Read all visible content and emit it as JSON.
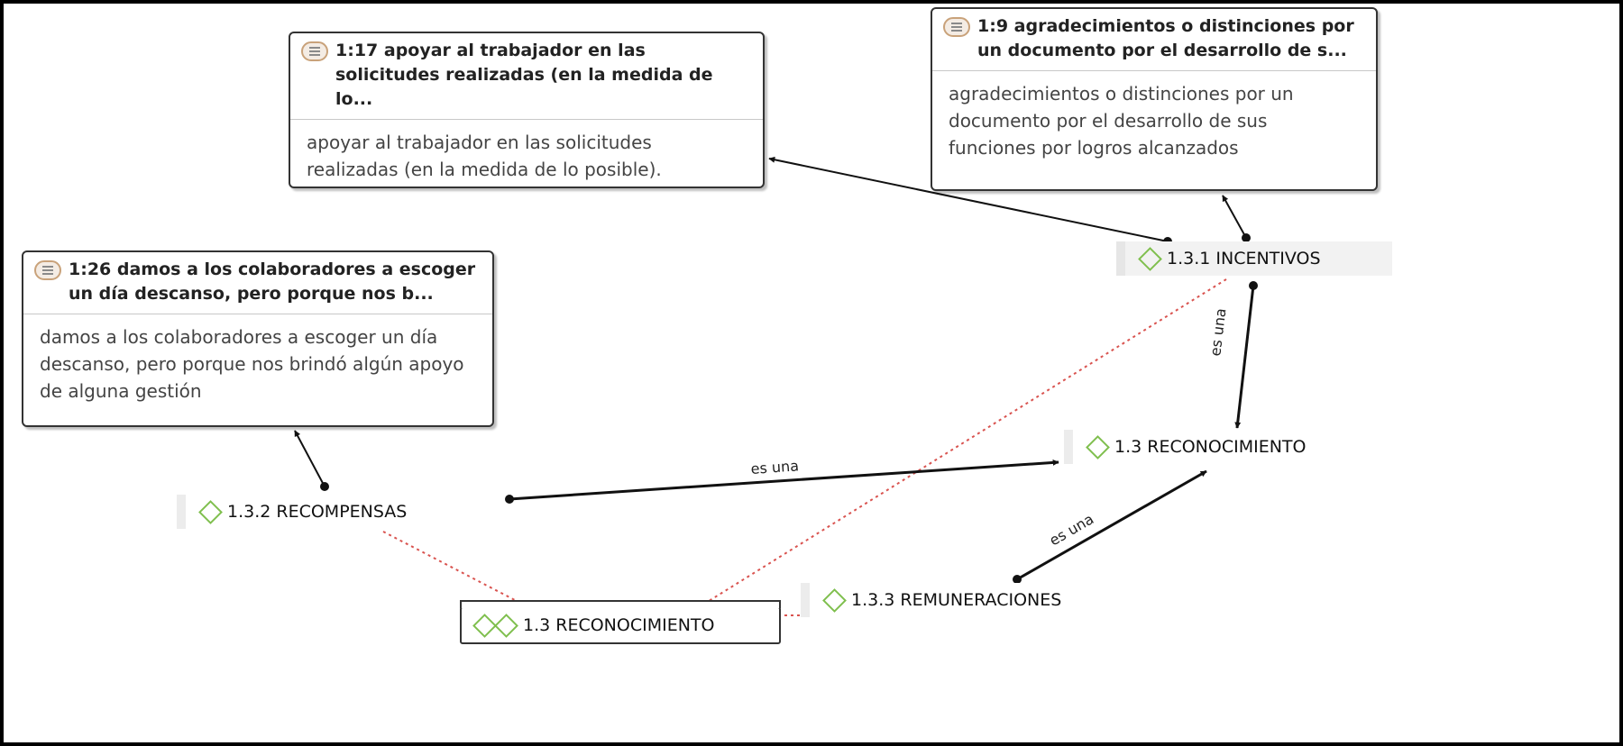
{
  "quotes": {
    "q17": {
      "title": "1:17 apoyar al trabajador en las solicitudes realizadas (en la medida de lo...",
      "body": "apoyar al trabajador en las solicitudes realizadas (en la medida de lo posible)."
    },
    "q9": {
      "title": "1:9 agradecimientos o distinciones por un documento por el desarrollo de s...",
      "body": "agradecimientos o distinciones por un documento por el desarrollo de sus funciones por logros alcanzados"
    },
    "q26": {
      "title": "1:26 damos a los colaboradores a escoger un día descanso, pero porque nos b...",
      "body": "damos a los colaboradores a escoger un día descanso, pero porque nos brindó algún apoyo de alguna gestión"
    }
  },
  "codes": {
    "incentivos": "1.3.1 INCENTIVOS",
    "reconocimiento": "1.3 RECONOCIMIENTO",
    "recompensas": "1.3.2 RECOMPENSAS",
    "remuneraciones": "1.3.3 REMUNERACIONES",
    "root": "1.3 RECONOCIMIENTO"
  },
  "relations": {
    "es_una_recompensas": "es una",
    "es_una_incentivos": "es una",
    "es_una_remuneraciones": "es una"
  },
  "icons": {
    "quote": "quote-document-icon",
    "code": "code-diamond-icon",
    "root": "code-group-icon"
  },
  "colors": {
    "code_diamond": "#7fbf4e",
    "quote_icon": "#c9a27a",
    "dotted_link": "#d9534f"
  }
}
